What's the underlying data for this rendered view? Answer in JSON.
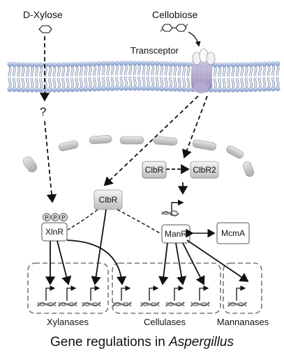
{
  "labels": {
    "xylose": "D-Xylose",
    "cellobiose": "Cellobiose",
    "transceptor": "Transceptor",
    "unknown": "?",
    "phospho": "P"
  },
  "nodes": {
    "clbr_nucleus": "ClbR",
    "clbr2": "ClbR2",
    "clbr_cytosol": "ClbR",
    "xlnr": "XlnR",
    "manr": "ManR",
    "mcma": "McmA"
  },
  "groups": {
    "xylanases": "Xylanases",
    "cellulases": "Cellulases",
    "mannanases": "Mannanases"
  },
  "caption": {
    "prefix": "Gene regulations in ",
    "genus": "Aspergillus"
  }
}
